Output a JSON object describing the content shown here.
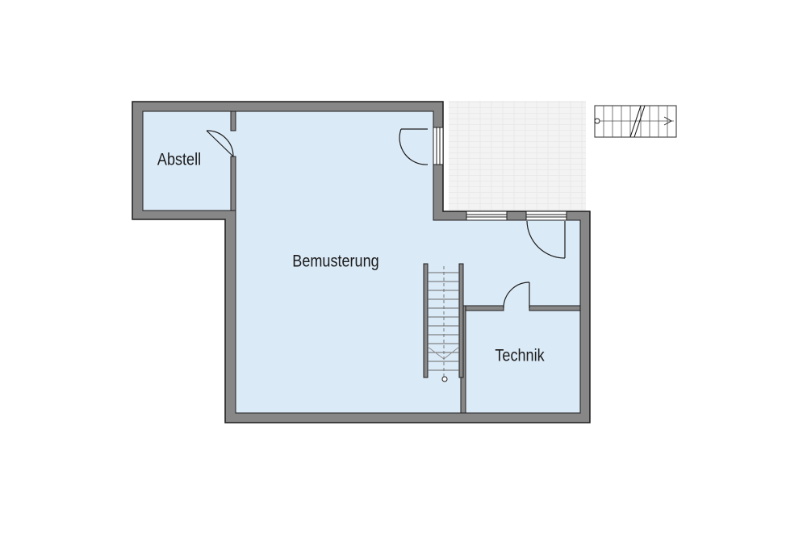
{
  "rooms": [
    {
      "id": "abstell",
      "label": "Abstell"
    },
    {
      "id": "bemusterung",
      "label": "Bemusterung"
    },
    {
      "id": "technik",
      "label": "Technik"
    }
  ],
  "colors": {
    "floor": "#dbeaf7",
    "wall": "#878787",
    "wall_outline": "#1c1c1c",
    "terrace": "#f1f1f1",
    "line": "#2a2a2a"
  }
}
